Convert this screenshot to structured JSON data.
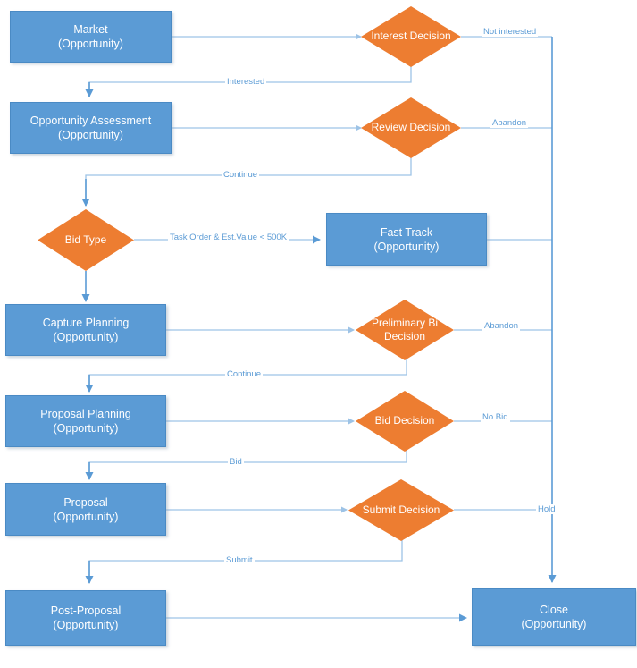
{
  "diagram": {
    "title": "Opportunity Lifecycle Flowchart",
    "colors": {
      "process_fill": "#5B9BD5",
      "decision_fill": "#ED7D31",
      "connector": "#9DC3E6",
      "connector_dark": "#5B9BD5",
      "label_text": "#5B9BD5",
      "node_text": "#FFFFFF",
      "background": "#FFFFFF"
    },
    "nodes": [
      {
        "id": "market",
        "type": "process",
        "line1": "Market",
        "line2": "(Opportunity)"
      },
      {
        "id": "interest",
        "type": "decision",
        "line1": "Interest Decision",
        "line2": ""
      },
      {
        "id": "assessment",
        "type": "process",
        "line1": "Opportunity Assessment",
        "line2": "(Opportunity)"
      },
      {
        "id": "review",
        "type": "decision",
        "line1": "Review Decision",
        "line2": ""
      },
      {
        "id": "bidtype",
        "type": "decision",
        "line1": "Bid Type",
        "line2": ""
      },
      {
        "id": "fasttrack",
        "type": "process",
        "line1": "Fast Track",
        "line2": "(Opportunity)"
      },
      {
        "id": "capture",
        "type": "process",
        "line1": "Capture Planning",
        "line2": "(Opportunity)"
      },
      {
        "id": "prelim",
        "type": "decision",
        "line1": "Preliminary Bi",
        "line2": "Decision"
      },
      {
        "id": "propplan",
        "type": "process",
        "line1": "Proposal Planning",
        "line2": "(Opportunity)"
      },
      {
        "id": "biddec",
        "type": "decision",
        "line1": "Bid Decision",
        "line2": ""
      },
      {
        "id": "proposal",
        "type": "process",
        "line1": "Proposal",
        "line2": "(Opportunity)"
      },
      {
        "id": "submitdec",
        "type": "decision",
        "line1": "Submit Decision",
        "line2": ""
      },
      {
        "id": "postprop",
        "type": "process",
        "line1": "Post-Proposal",
        "line2": "(Opportunity)"
      },
      {
        "id": "close",
        "type": "process",
        "line1": "Close",
        "line2": "(Opportunity)"
      }
    ],
    "edge_labels": [
      {
        "id": "not-interested",
        "text": "Not interested"
      },
      {
        "id": "interested",
        "text": "Interested"
      },
      {
        "id": "abandon-review",
        "text": "Abandon"
      },
      {
        "id": "continue-review",
        "text": "Continue"
      },
      {
        "id": "task-order",
        "text": "Task Order & Est.Value < 500K"
      },
      {
        "id": "abandon-prelim",
        "text": "Abandon"
      },
      {
        "id": "continue-prelim",
        "text": "Continue"
      },
      {
        "id": "no-bid",
        "text": "No Bid"
      },
      {
        "id": "bid",
        "text": "Bid"
      },
      {
        "id": "hold",
        "text": "Hold"
      },
      {
        "id": "submit",
        "text": "Submit"
      }
    ]
  }
}
